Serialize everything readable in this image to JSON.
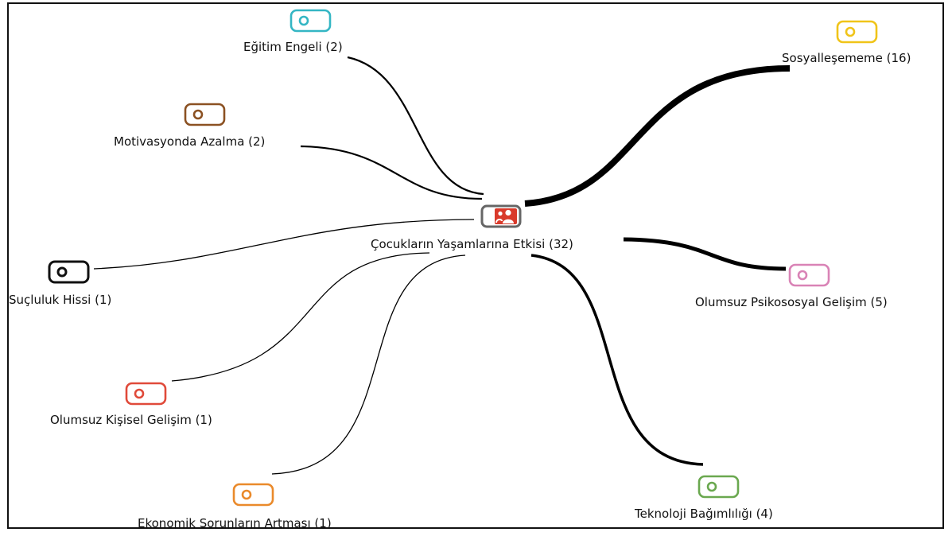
{
  "center": {
    "label": "Çocukların Yaşamlarına Etkisi (32)",
    "color": "#d93a2b",
    "icon": "person-group-code-icon"
  },
  "nodes": [
    {
      "key": "egitim",
      "label": "Eğitim Engeli (2)",
      "color": "#34b6c4",
      "icon": "code-tag-icon",
      "count": 2
    },
    {
      "key": "motivasyon",
      "label": "Motivasyonda Azalma (2)",
      "color": "#8b5122",
      "icon": "code-tag-icon",
      "count": 2
    },
    {
      "key": "sucluluk",
      "label": "Suçluluk Hissi (1)",
      "color": "#111111",
      "icon": "code-tag-icon",
      "count": 1
    },
    {
      "key": "kisisel",
      "label": "Olumsuz Kişisel Gelişim (1)",
      "color": "#e04a3a",
      "icon": "code-tag-icon",
      "count": 1
    },
    {
      "key": "ekonomik",
      "label": "Ekonomik Sorunların Artması (1)",
      "color": "#ea8a2b",
      "icon": "code-tag-icon",
      "count": 1
    },
    {
      "key": "sosyal",
      "label": "Sosyalleşememe (16)",
      "color": "#f0c419",
      "icon": "code-tag-icon",
      "count": 16
    },
    {
      "key": "psikososyal",
      "label": "Olumsuz Psikososyal Gelişim (5)",
      "color": "#d983b6",
      "icon": "code-tag-icon",
      "count": 5
    },
    {
      "key": "teknoloji",
      "label": "Teknoloji Bağımlılığı (4)",
      "color": "#6aa84f",
      "icon": "code-tag-icon",
      "count": 4
    }
  ]
}
